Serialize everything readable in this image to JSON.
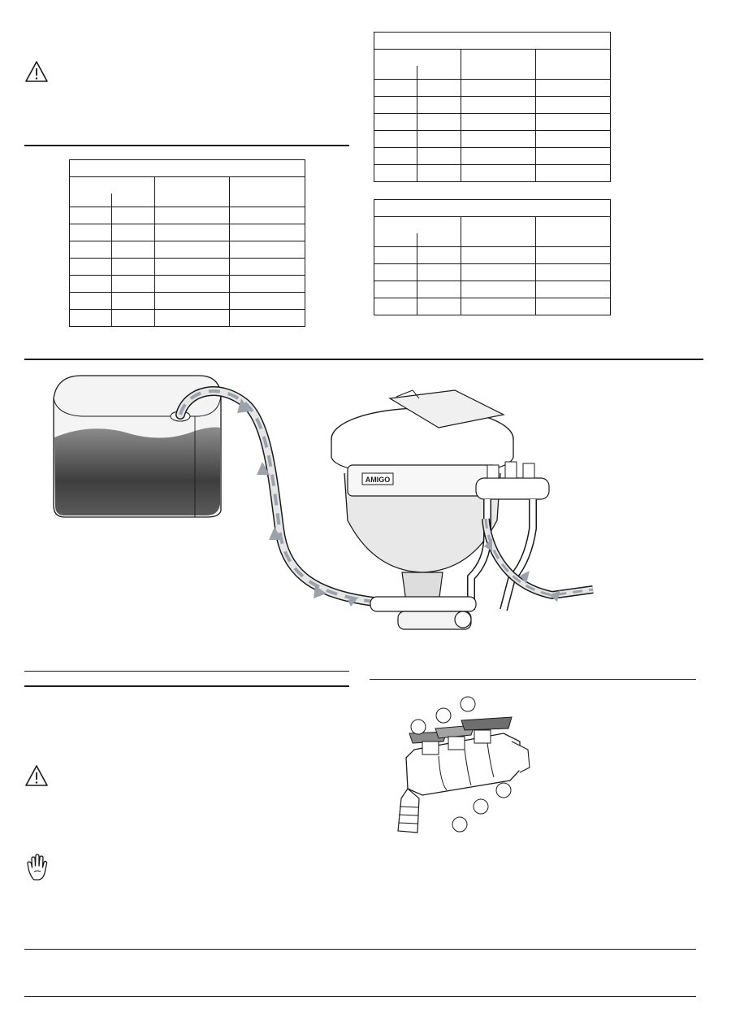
{
  "page": {
    "warning_icons": [
      "warning-triangle-icon",
      "warning-triangle-icon"
    ],
    "caution_icon": "stop-hand-icon"
  },
  "tables": [
    {
      "columns": 4,
      "body_rows": 7
    },
    {
      "columns": 4,
      "body_rows": 6
    },
    {
      "columns": 4,
      "body_rows": 4
    }
  ],
  "illustrations": {
    "system_diagram": {
      "brand_plate": "AMIGO",
      "parts": [
        "tank",
        "pump-body",
        "valve-manifold",
        "outlet-hoses"
      ]
    },
    "valve_detail": {
      "callouts": [
        "",
        "",
        "",
        "",
        "",
        ""
      ]
    }
  },
  "colors": {
    "line": "#1a1a1a",
    "flow_arrow": "#9aa3ab",
    "liquid_dark": "#555555",
    "body_fill": "#ffffff"
  }
}
